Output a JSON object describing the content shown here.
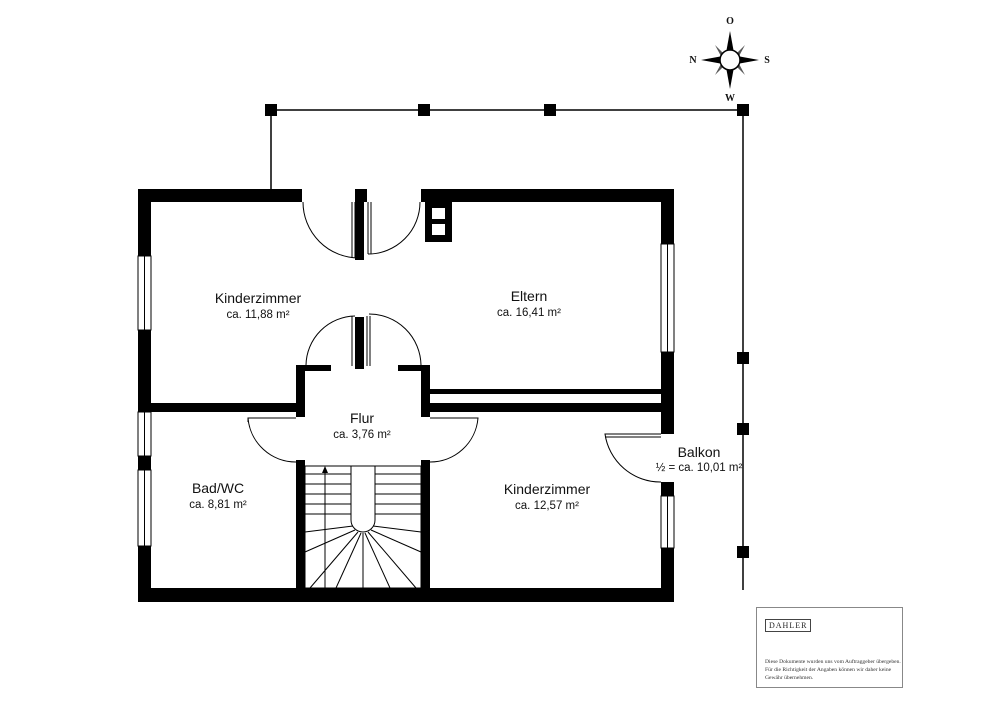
{
  "rooms": [
    {
      "id": "kinderzimmer-nw",
      "name": "Kinderzimmer",
      "area": "ca. 11,88 m²"
    },
    {
      "id": "eltern",
      "name": "Eltern",
      "area": "ca. 16,41 m²"
    },
    {
      "id": "flur",
      "name": "Flur",
      "area": "ca. 3,76 m²"
    },
    {
      "id": "bad",
      "name": "Bad/WC",
      "area": "ca. 8,81 m²"
    },
    {
      "id": "kinderzimmer-s",
      "name": "Kinderzimmer",
      "area": "ca. 12,57 m²"
    },
    {
      "id": "balkon",
      "name": "Balkon",
      "area": "½ = ca. 10,01 m²"
    }
  ],
  "compass": {
    "top": "O",
    "left": "N",
    "right": "S",
    "bottom": "W"
  },
  "info": {
    "logo": "DAHLER",
    "disclaimer": "Diese Dokumente wurden uns vom Auftraggeber übergeben. Für die Richtigkeit der Angaben können wir daher keine Gewähr übernehmen."
  },
  "colors": {
    "wall": "#000000",
    "background": "#ffffff"
  }
}
